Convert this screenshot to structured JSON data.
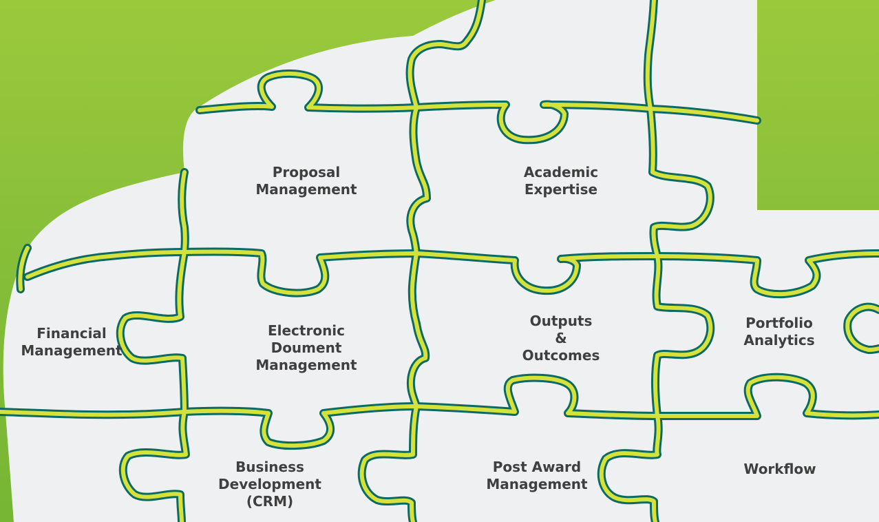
{
  "pieces": [
    {
      "id": "proposal",
      "label": "Proposal\nManagement"
    },
    {
      "id": "academic",
      "label": "Academic\nExpertise"
    },
    {
      "id": "financial",
      "label": "Financial\nManagement"
    },
    {
      "id": "edm",
      "label": "Electronic\nDoument\nManagement"
    },
    {
      "id": "outputs",
      "label": "Outputs\n&\nOutcomes"
    },
    {
      "id": "portfolio",
      "label": "Portfolio\nAnalytics"
    },
    {
      "id": "crm",
      "label": "Business\nDevelopment\n(CRM)"
    },
    {
      "id": "postaward",
      "label": "Post Award\nManagement"
    },
    {
      "id": "workflow",
      "label": "Workflow"
    }
  ],
  "colors": {
    "background_top": "#9bc93c",
    "background_bottom": "#76b634",
    "cloud": "#eef0f2",
    "seam_outline": "#0c6a63",
    "seam_fill": "#d6e23c",
    "text": "#3f3f3f"
  }
}
